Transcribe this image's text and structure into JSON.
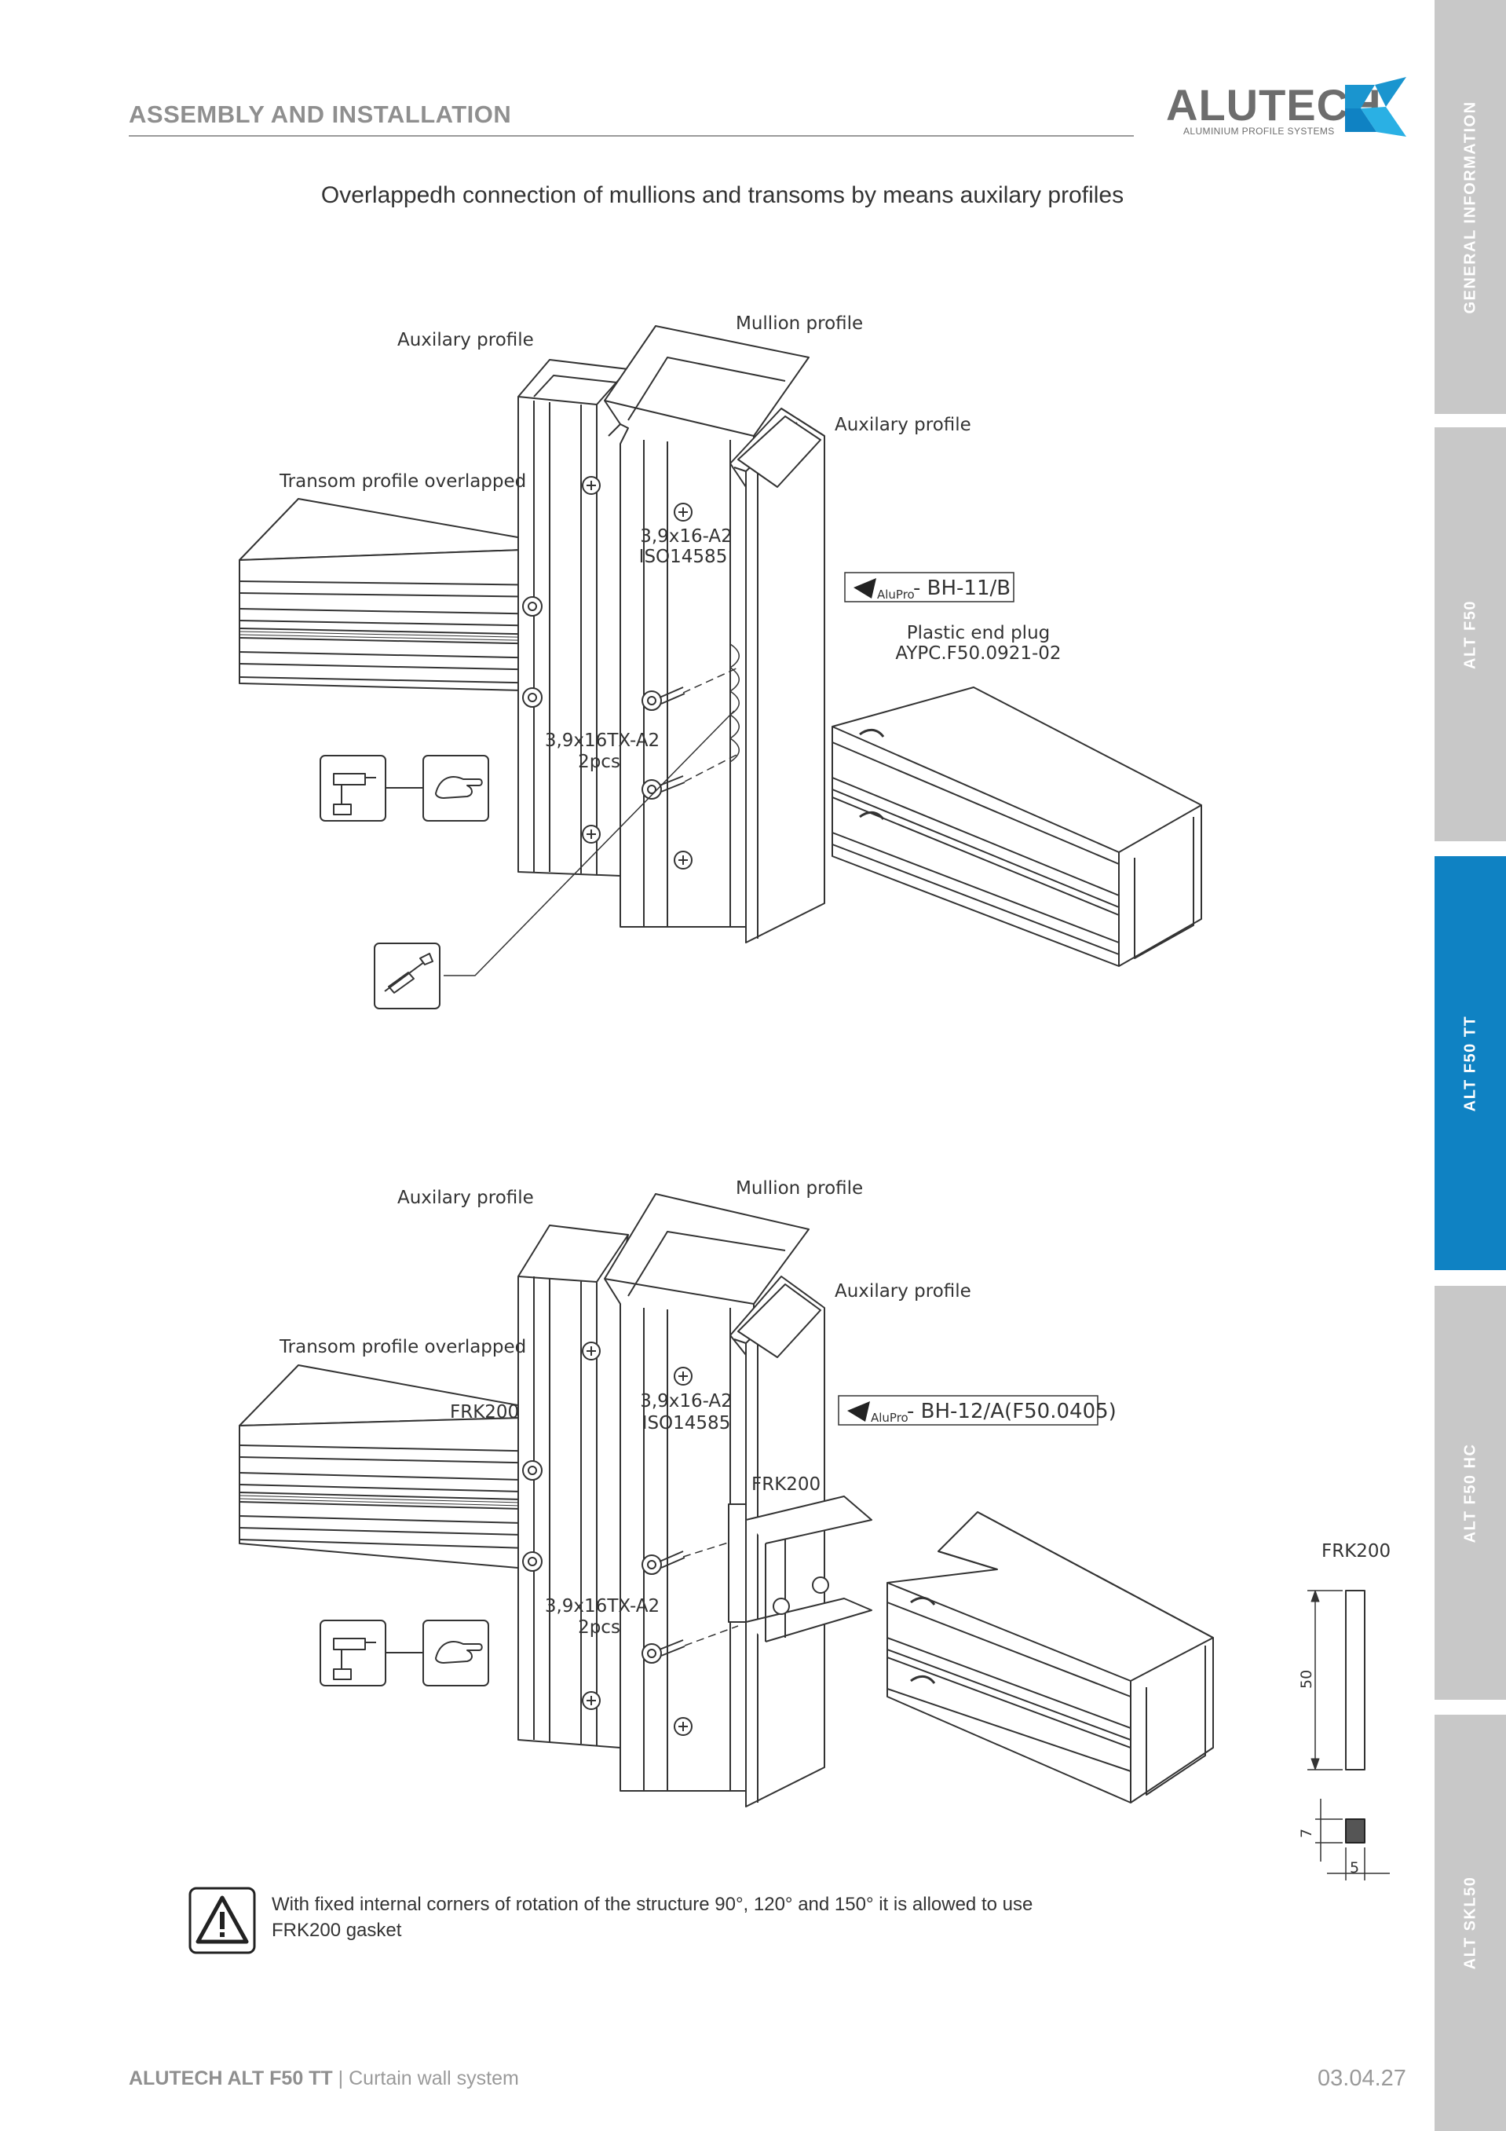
{
  "header": {
    "title": "ASSEMBLY AND INSTALLATION"
  },
  "logo": {
    "name": "ALUTECH",
    "tagline": "ALUMINIUM PROFILE SYSTEMS"
  },
  "page_title": "Overlappedh connection of mullions and transoms by means auxilary profiles",
  "sidebar": {
    "tabs": [
      {
        "label": "GENERAL INFORMATION",
        "active": false
      },
      {
        "label": "ALT F50",
        "active": false
      },
      {
        "label": "ALT F50 TT",
        "active": true
      },
      {
        "label": "ALT F50 HC",
        "active": false
      },
      {
        "label": "ALT SKL50",
        "active": false
      }
    ],
    "active_color": "#0f82c3",
    "inactive_color": "#c8c8c8"
  },
  "figure1": {
    "aux_left": "Auxilary profile",
    "mullion": "Mullion profile",
    "aux_right": "Auxilary profile",
    "transom": "Transom profile overlapped",
    "screw1_line1": "3,9x16-A2",
    "screw1_line2": "ISO14585",
    "screw2_line1": "3,9x16TX-A2",
    "screw2_line2": "2pcs",
    "tool_brand": "AluPro",
    "tool_code": "- BH-11/B",
    "plug_line1": "Plastic end plug",
    "plug_line2": "AYPC.F50.0921-02"
  },
  "figure2": {
    "aux_left": "Auxilary profile",
    "mullion": "Mullion profile",
    "aux_right": "Auxilary profile",
    "transom": "Transom profile overlapped",
    "gasket_left": "FRK200",
    "screw1_line1": "3,9x16-A2",
    "screw1_line2": "ISO14585",
    "tool_brand": "AluPro",
    "tool_code": "- BH-12/A(F50.0405)",
    "gasket_mid": "FRK200",
    "screw2_line1": "3,9x16TX-A2",
    "screw2_line2": "2pcs"
  },
  "gasket_section": {
    "title": "FRK200",
    "height": "50",
    "thickness": "7",
    "width": "5"
  },
  "warning": {
    "text": "With fixed internal corners of rotation of the structure 90°, 120° and 150° it is allowed to use FRK200 gasket"
  },
  "footer": {
    "brand": "ALUTECH ALT F50 TT",
    "separator": " | ",
    "subtitle": "Curtain wall system",
    "page": "03.04.27"
  }
}
